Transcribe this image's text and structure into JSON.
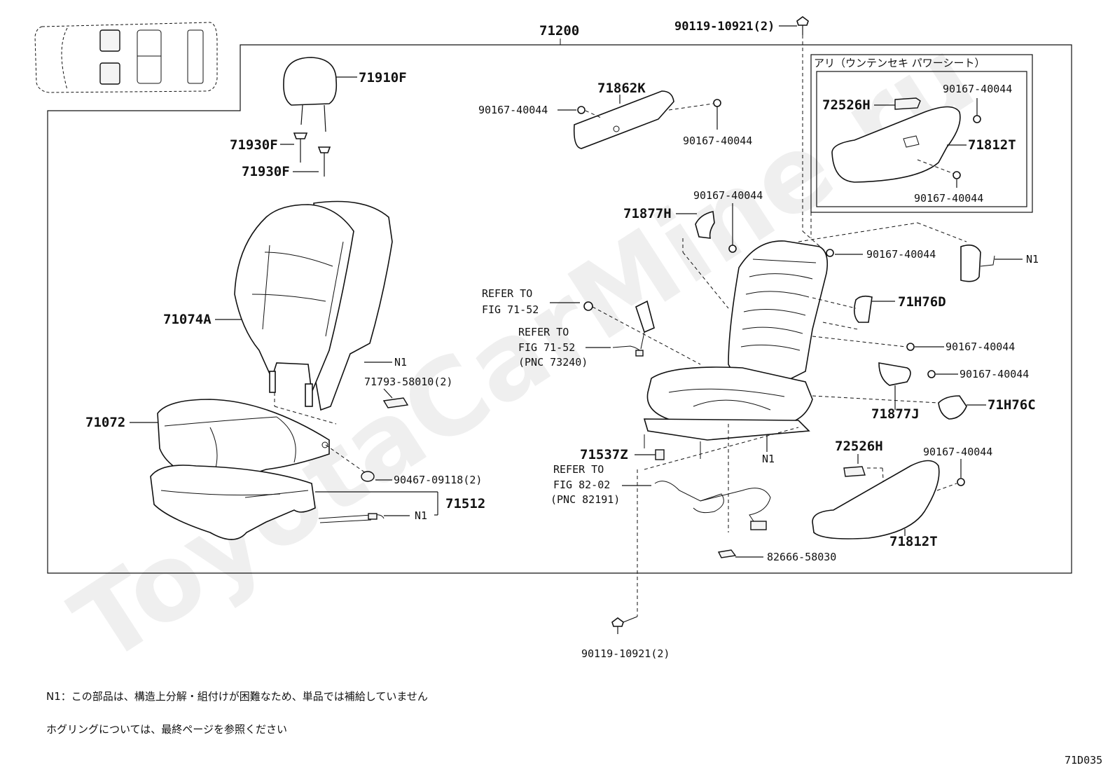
{
  "diagram": {
    "assembly_number": "71200",
    "figure_code": "71D035",
    "watermark": "ToyotaCarMine.ru",
    "option_box_title": "アリ（ウンテンセキ パワーシート）",
    "labels": {
      "p71910F": "71910F",
      "p71930F_a": "71930F",
      "p71930F_b": "71930F",
      "p71074A": "71074A",
      "n1_back": "N1",
      "p71793": "71793-58010(2)",
      "p71072": "71072",
      "p90467": "90467-09118(2)",
      "p71512": "71512",
      "n1_cushion": "N1",
      "p90119_top": "90119-10921(2)",
      "p90119_bottom": "90119-10921(2)",
      "p71862K": "71862K",
      "p90167_a": "90167-40044",
      "p90167_b": "90167-40044",
      "p72526H_top": "72526H",
      "p90167_c": "90167-40044",
      "p71812T_top": "71812T",
      "p90167_d": "90167-40044",
      "p71877H": "71877H",
      "p90167_e": "90167-40044",
      "p90167_f": "90167-40044",
      "n1_right": "N1",
      "refer1_a": "REFER TO",
      "refer1_b": "FIG 71-52",
      "refer2_a": "REFER TO",
      "refer2_b": "FIG 71-52",
      "refer2_c": "(PNC 73240)",
      "p71H76D": "71H76D",
      "p90167_g": "90167-40044",
      "p90167_h": "90167-40044",
      "p71877J": "71877J",
      "p71H76C": "71H76C",
      "p71537Z": "71537Z",
      "n1_frame": "N1",
      "refer3_a": "REFER TO",
      "refer3_b": "FIG 82-02",
      "refer3_c": "(PNC 82191)",
      "p72526H_bot": "72526H",
      "p90167_i": "90167-40044",
      "p71812T_bot": "71812T",
      "p82666": "82666-58030"
    },
    "notes": [
      "N1：この部品は、構造上分解・組付けが困難なため、単品では補給していません",
      "ホグリングについては、最終ページを参照ください"
    ]
  }
}
